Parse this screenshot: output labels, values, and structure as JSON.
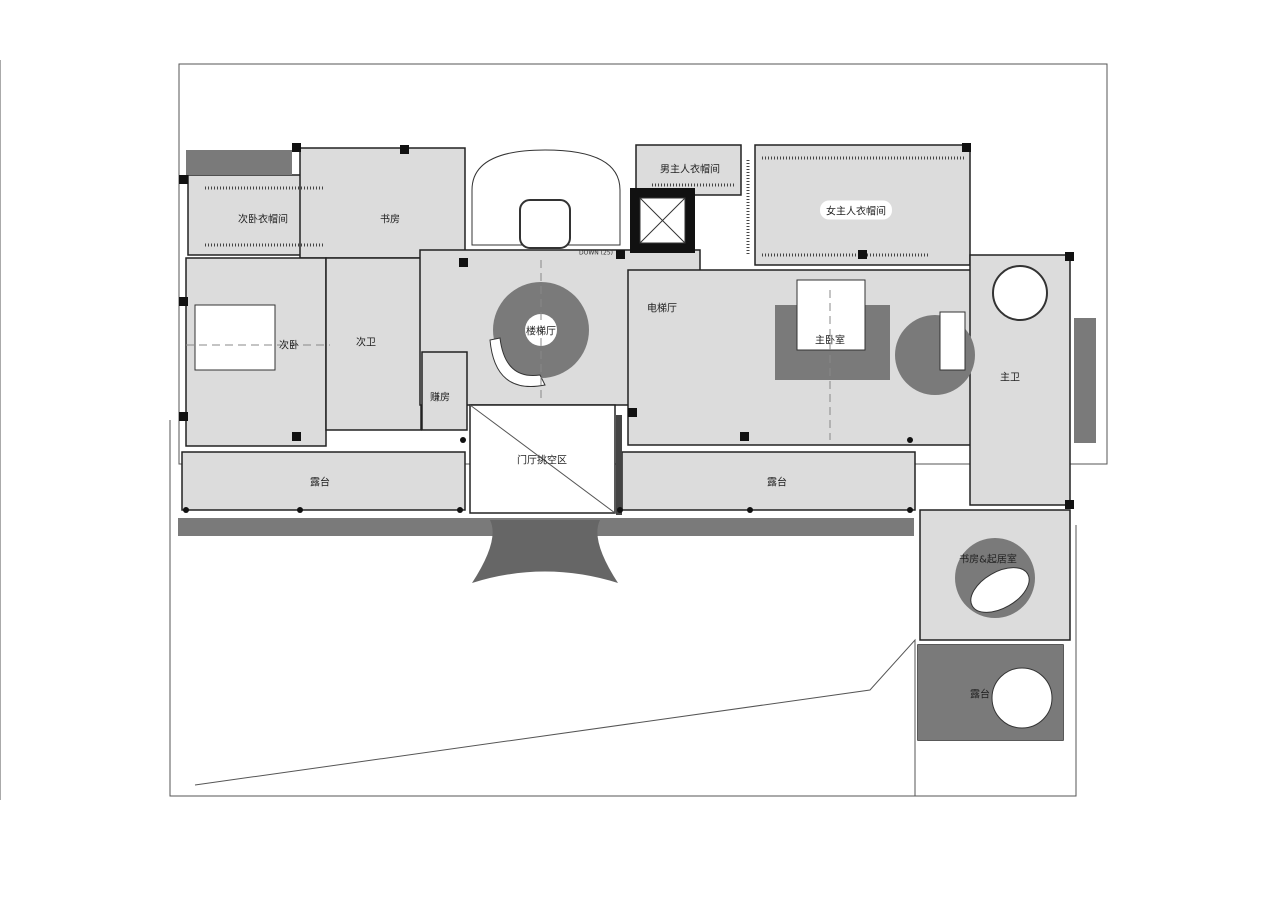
{
  "plan": {
    "rooms": {
      "second_closet": "次卧衣帽间",
      "study": "书房",
      "male_closet": "男主人衣帽间",
      "female_closet": "女主人衣帽间",
      "second_bedroom": "次卧",
      "second_bath": "次卫",
      "stair_hall": "楼梯厅",
      "elevator_hall": "电梯厅",
      "master_bedroom": "主卧室",
      "master_bath": "主卫",
      "storage": "赚房",
      "foyer_void": "门厅挑空区",
      "terrace_left": "露台",
      "terrace_mid": "露台",
      "study_living": "书房&起居室",
      "terrace_right": "露台"
    },
    "stair_note": "DOWN (25)"
  },
  "colors": {
    "floor": "#dcdcdc",
    "dark": "#7a7a7a",
    "wall": "#111111",
    "line": "#555555"
  }
}
